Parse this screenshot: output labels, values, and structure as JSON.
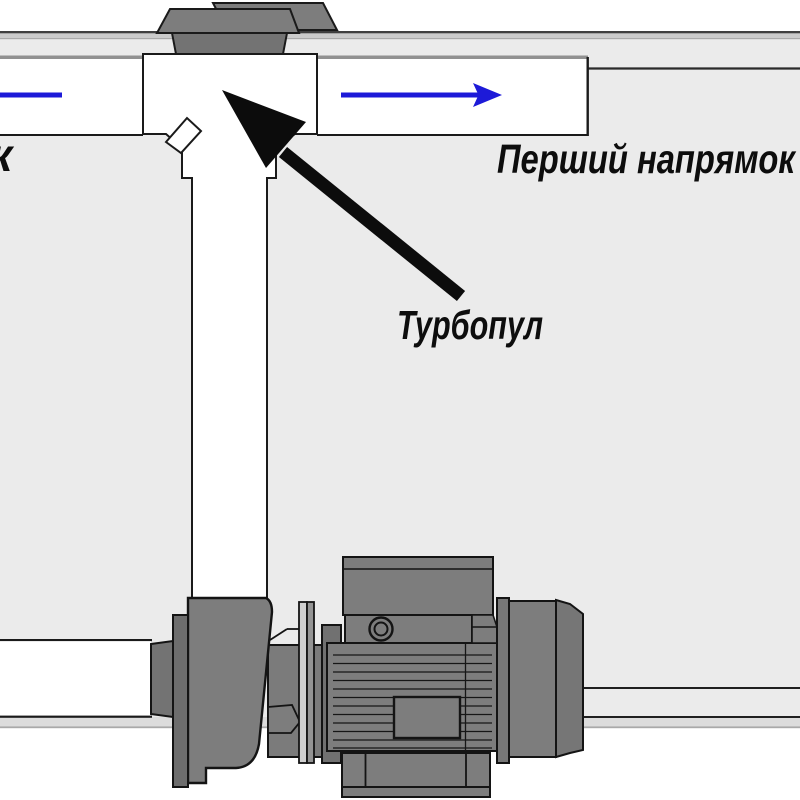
{
  "labels": {
    "turbopool": "Турбопул",
    "first_direction": "Перший напрямок",
    "second_direction_partial": "к"
  },
  "icons": {
    "flow_arrow_right": "blue right flow arrow",
    "flow_arrow_left_tail": "blue left flow arrow tail",
    "annotation_arrow": "black pointer arrow to tee"
  },
  "colors": {
    "flow_arrow_blue": "#1d1ad8",
    "panel_gray": "#ebebeb",
    "equipment_gray": "#7d7d7d",
    "outline_black": "#141414",
    "text_black": "#0d0d0d"
  }
}
